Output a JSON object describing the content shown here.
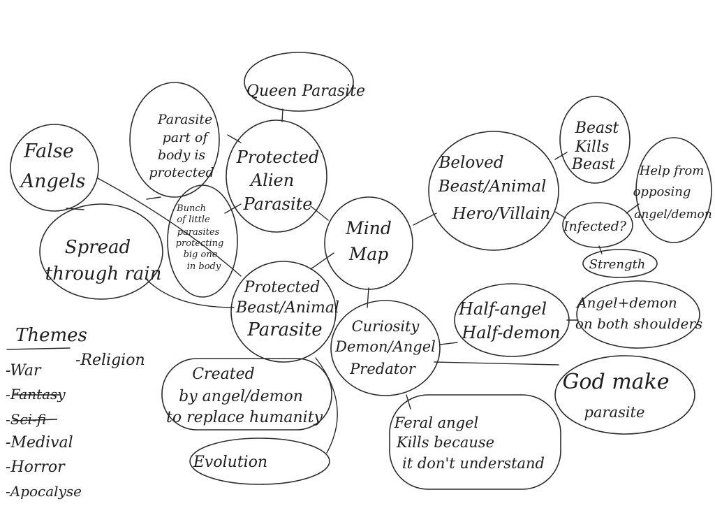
{
  "mind_map": {
    "center": "Mind Map",
    "nodes": {
      "queen_parasite": "Queen Parasite",
      "protected_alien_parasite": [
        "Protected",
        "Alien",
        "Parasite"
      ],
      "parasite_part_of_body": [
        "Parasite",
        "part of",
        "body is",
        "protected"
      ],
      "false_angels": [
        "False",
        "Angels"
      ],
      "spread_through_rain": [
        "Spread",
        "through rain"
      ],
      "bunch_of_little_parasites": [
        "Bunch",
        "of little",
        "parasites",
        "protecting",
        "big one",
        "in body"
      ],
      "protected_beast_parasite": [
        "Protected",
        "Beast/Animal",
        "Parasite"
      ],
      "created_by_angel_demon": [
        "Created",
        "by angel/demon",
        "to replace humanity"
      ],
      "evolution": "Evolution",
      "curiosity_demon_angel": [
        "Curiosity",
        "Demon/Angel",
        "Predator"
      ],
      "feral_angel": [
        "Feral angel",
        "Kills because",
        "it don't understand"
      ],
      "half_angel_half_demon": [
        "Half-angel",
        "Half-demon"
      ],
      "angel_demon_shoulders": [
        "Angel+demon",
        "on both shoulders"
      ],
      "god_make_parasite": [
        "God   make",
        "parasite"
      ],
      "beloved_beast": [
        "Beloved",
        "Beast/Animal",
        "Hero/Villain"
      ],
      "beast_kills_beast": [
        "Beast",
        "Kills",
        "Beast"
      ],
      "help_from_opposing": [
        "Help from",
        "opposing",
        "angel/demon"
      ],
      "infected": "Infected?",
      "strength": "Strength"
    }
  },
  "themes": {
    "title": "Themes",
    "items": [
      "War",
      "Fantasy",
      "Sci-fi",
      "Medival",
      "Horror",
      "Apocalyse"
    ],
    "crossed_out": [
      "Fantasy",
      "Sci-fi"
    ],
    "extra": "-Religion"
  }
}
